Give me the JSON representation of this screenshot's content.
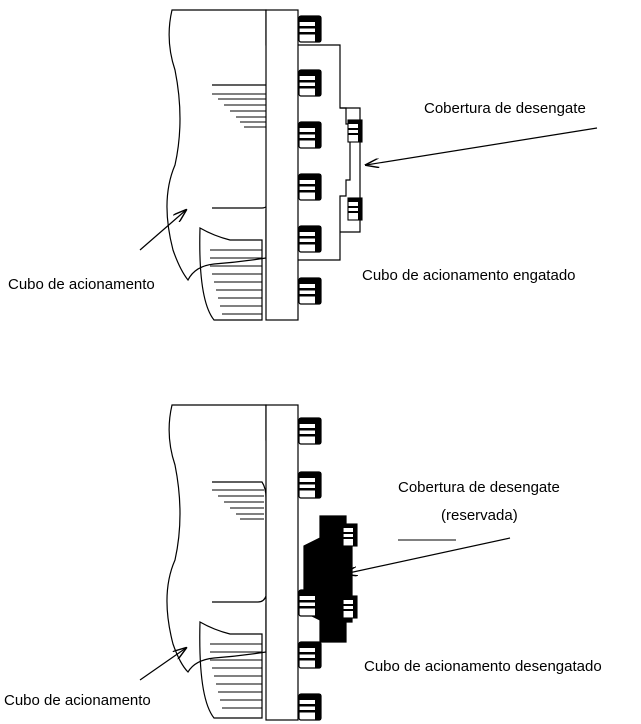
{
  "top_view": {
    "label_cover": "Cobertura de desengate",
    "label_hub": "Cubo de acionamento",
    "label_state": "Cubo de acionamento engatado"
  },
  "bottom_view": {
    "label_cover_line1": "Cobertura de desengate",
    "label_cover_line2": "(reservada)",
    "label_hub": "Cubo de acionamento",
    "label_state": "Cubo de acionamento desengatado"
  }
}
